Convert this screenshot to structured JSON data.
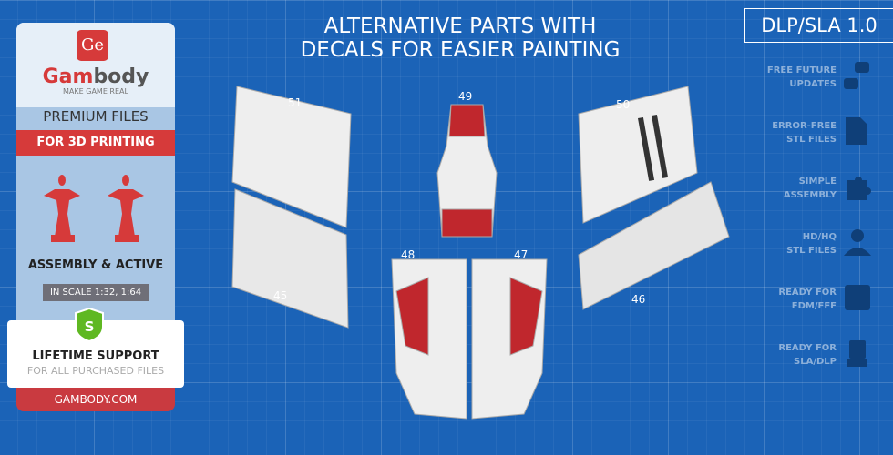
{
  "sidebar": {
    "logo_mark": "Ge",
    "brand_red": "Gam",
    "brand_gray": "body",
    "tagline": "MAKE GAME REAL",
    "premium": "PREMIUM FILES",
    "printing": "FOR 3D PRINTING",
    "assembly": "ASSEMBLY & ACTIVE",
    "scale": "IN SCALE 1:32, 1:64",
    "shield_letter": "S",
    "support_title": "LIFETIME SUPPORT",
    "support_sub": "FOR ALL PURCHASED FILES",
    "site": "GAMBODY.COM"
  },
  "title_line1": "ALTERNATIVE PARTS WITH",
  "title_line2": "DECALS FOR EASIER PAINTING",
  "version_badge": "DLP/SLA 1.0",
  "features": [
    {
      "line1": "FREE FUTURE",
      "line2": "UPDATES",
      "icon": "updates-icon"
    },
    {
      "line1": "ERROR-FREE",
      "line2": "STL FILES",
      "icon": "file-check-icon"
    },
    {
      "line1": "SIMPLE",
      "line2": "ASSEMBLY",
      "icon": "puzzle-icon"
    },
    {
      "line1": "HD/HQ",
      "line2": "STL FILES",
      "icon": "figure-icon"
    },
    {
      "line1": "READY FOR",
      "line2": "FDM/FFF",
      "icon": "fdm-printer-icon"
    },
    {
      "line1": "READY FOR",
      "line2": "SLA/DLP",
      "icon": "sla-printer-icon"
    }
  ],
  "parts": [
    "51",
    "49",
    "50",
    "45",
    "48",
    "47",
    "46"
  ],
  "colors": {
    "red": "#d63a3a",
    "blue": "#1b63b7"
  }
}
